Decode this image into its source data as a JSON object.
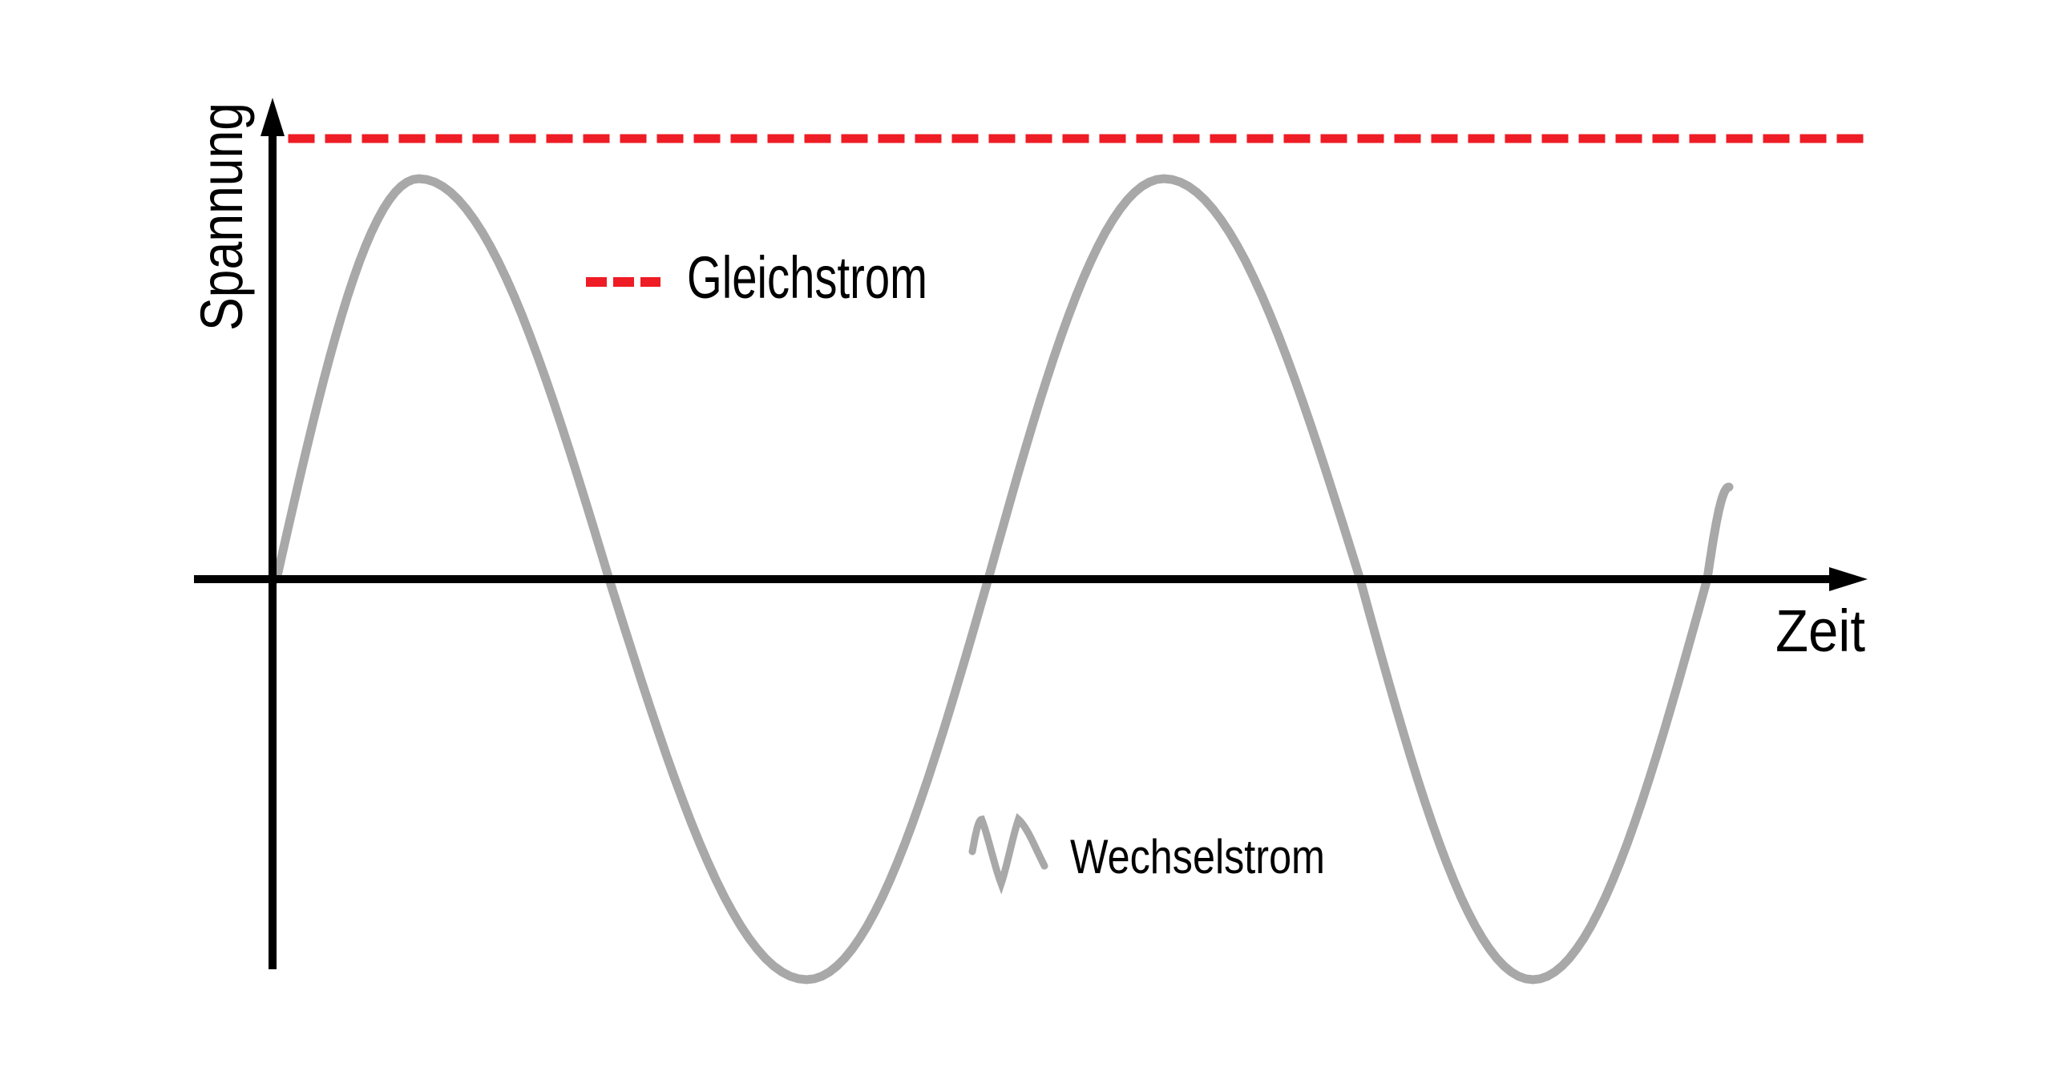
{
  "figure": {
    "background": "#ffffff",
    "y_axis_label": "Spannung",
    "x_axis_label": "Zeit"
  },
  "legend": {
    "gleichstrom_label": "Gleichstrom",
    "wechselstrom_label": "Wechselstrom"
  },
  "colors": {
    "dc_red": "#ee1c25",
    "ac_gray": "#a8a8a8",
    "axis_black": "#000000"
  },
  "chart_data": {
    "type": "line",
    "title": "",
    "xlabel": "Zeit",
    "ylabel": "Spannung",
    "x_range": [
      0,
      1.1
    ],
    "y_range": [
      -1.25,
      1.25
    ],
    "grid": false,
    "axis_ticks": "none",
    "legend_position": "inline-annotations",
    "series": [
      {
        "name": "Gleichstrom",
        "color": "#ee1c25",
        "style": "dashed",
        "description": "constant DC voltage level above the AC peak",
        "points": [
          [
            0.008,
            1.1
          ],
          [
            1.094,
            1.1
          ]
        ]
      },
      {
        "name": "Wechselstrom",
        "color": "#a8a8a8",
        "style": "solid",
        "amplitude": 1,
        "cycles": 2,
        "anchors": [
          [
            0,
            0
          ],
          [
            0.098,
            1
          ],
          [
            0.229,
            0
          ],
          [
            0.365,
            -1
          ],
          [
            0.49,
            0
          ],
          [
            0.611,
            1
          ],
          [
            0.746,
            0
          ],
          [
            0.865,
            -1
          ],
          [
            0.985,
            0
          ],
          [
            1.0,
            0.23
          ]
        ]
      }
    ]
  }
}
